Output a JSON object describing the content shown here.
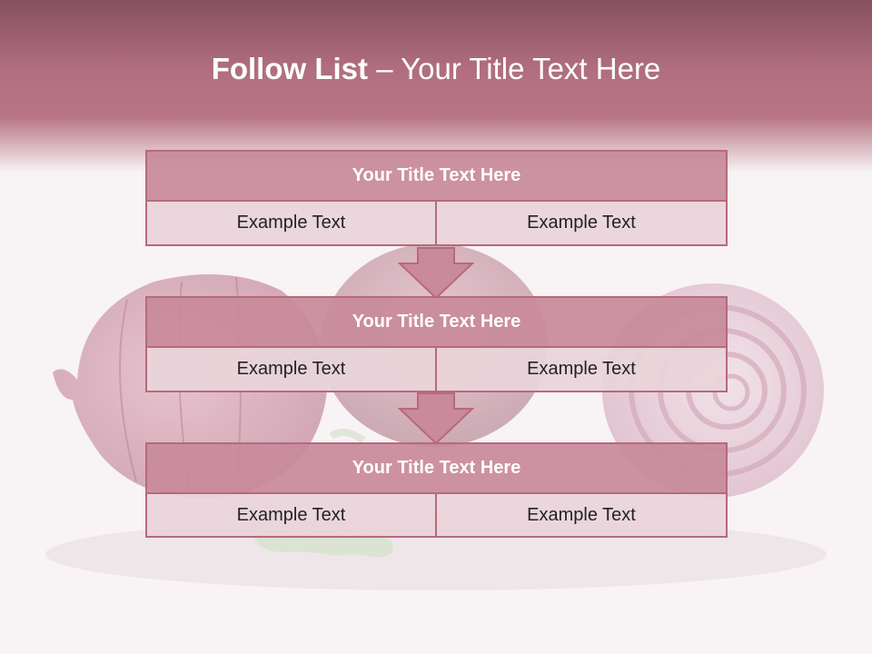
{
  "header": {
    "title_bold": "Follow List",
    "title_rest": "– Your Title Text Here"
  },
  "steps": [
    {
      "title": "Your Title Text Here",
      "left": "Example Text",
      "right": "Example Text"
    },
    {
      "title": "Your Title Text Here",
      "left": "Example Text",
      "right": "Example Text"
    },
    {
      "title": "Your Title Text Here",
      "left": "Example Text",
      "right": "Example Text"
    }
  ],
  "colors": {
    "header": "#b87584",
    "box_title": "#c98a9b",
    "box_cell": "#e9d4da",
    "border": "#b7697d",
    "arrow": "#c98a9b"
  }
}
